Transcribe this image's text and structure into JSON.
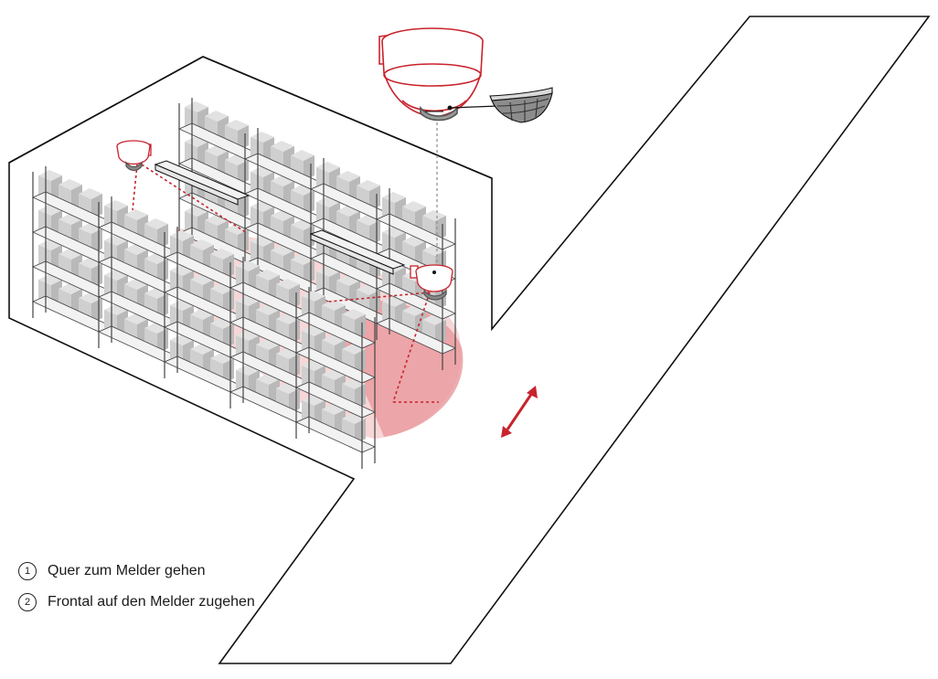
{
  "colors": {
    "outline": "#111111",
    "accent": "#c8232c",
    "zone_light": "#f6cfd0",
    "zone_dark": "#e9999c",
    "box": "#cfcfcf",
    "box_dark": "#b9b9b9",
    "shelf": "#f2f2f2"
  },
  "icons": [
    "detector-icon",
    "detection-lens-icon",
    "double-arrow-icon"
  ],
  "legend": [
    {
      "number": "1",
      "label": "Quer zum Melder gehen"
    },
    {
      "number": "2",
      "label": "Frontal auf den Melder zugehen"
    }
  ]
}
